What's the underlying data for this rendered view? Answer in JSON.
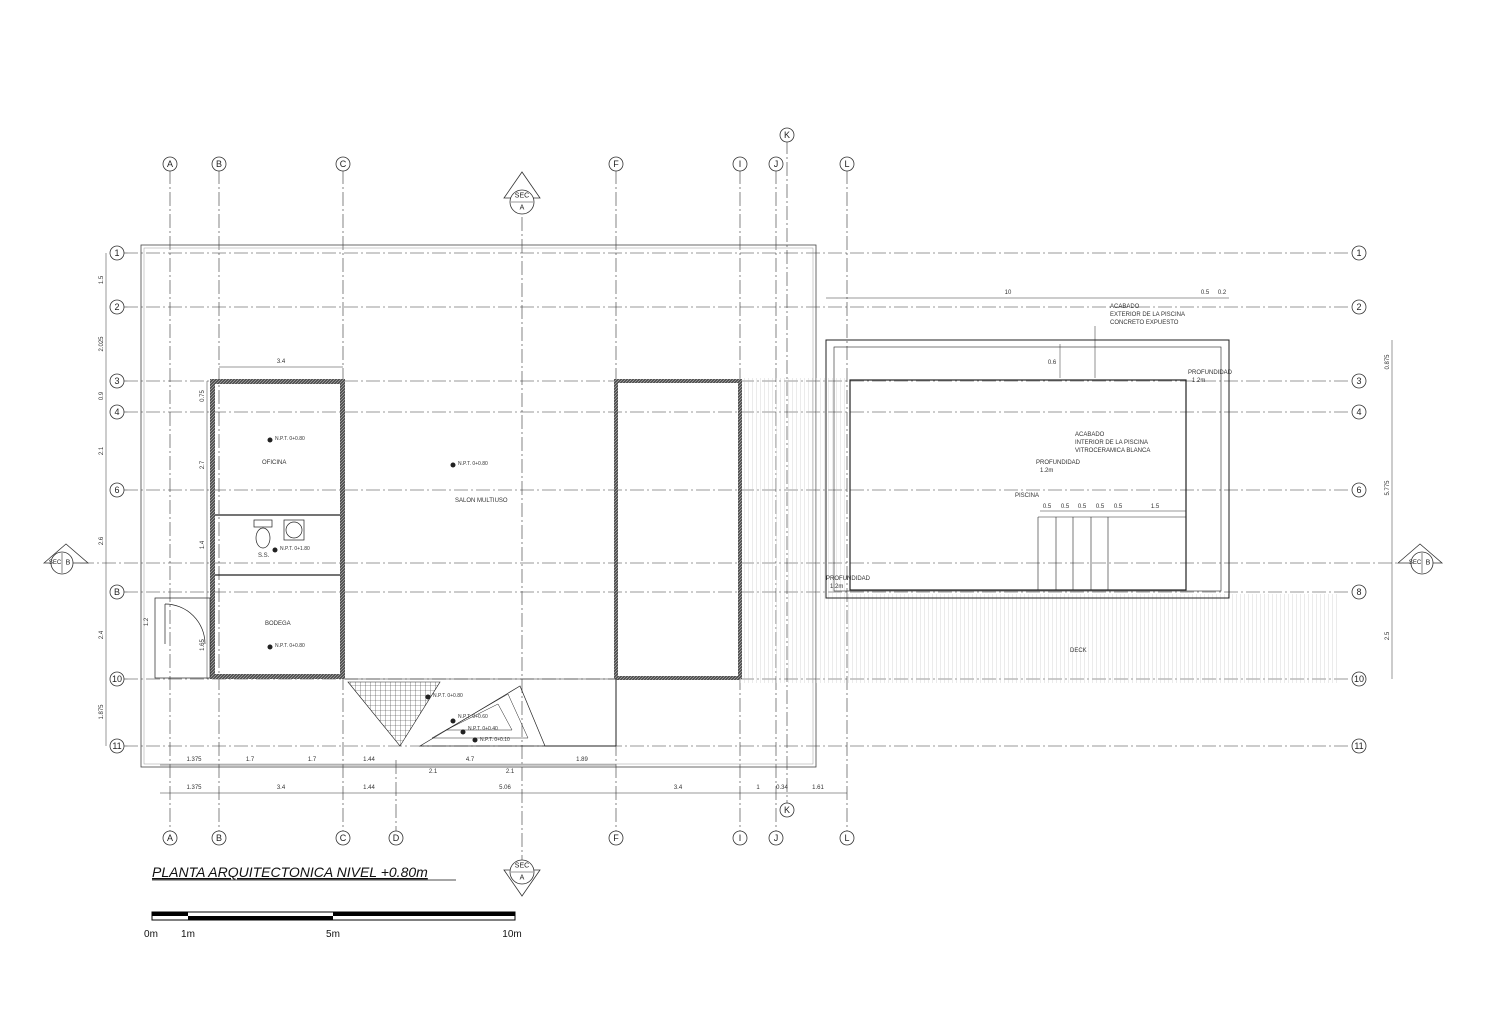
{
  "title": "PLANTA ARQUITECTONICA NIVEL +0.80m",
  "grid": {
    "columns": [
      "A",
      "B",
      "C",
      "D",
      "F",
      "I",
      "J",
      "K",
      "L"
    ],
    "rows": [
      "1",
      "2",
      "3",
      "4",
      "6",
      "B",
      "8",
      "10",
      "11"
    ]
  },
  "section_marks": {
    "sec_label": "SEC",
    "a_label": "A",
    "b_label": "B"
  },
  "rooms": {
    "oficina": "OFICINA",
    "salon": "SALON MULTIUSO",
    "ss": "S.S.",
    "bodega": "BODEGA",
    "deck": "DECK",
    "piscina": "PISCINA"
  },
  "levels": {
    "npt_oficina": "N.P.T. 0+0.80",
    "npt_salon": "N.P.T. 0+0.80",
    "npt_ss": "N.P.T. 0+1.80",
    "npt_bodega": "N.P.T. 0+0.80",
    "npt_ramp1": "N.P.T. 0+0.80",
    "npt_ramp2": "N.P.T. 0+0.60",
    "npt_ramp3": "N.P.T. 0+0.40",
    "npt_ramp4": "N.P.T. 0+0.10"
  },
  "pool_notes": {
    "acabado_ext_1": "ACABADO",
    "acabado_ext_2": "EXTERIOR DE LA PISCINA",
    "acabado_ext_3": "CONCRETO EXPUESTO",
    "acabado_int_1": "ACABADO",
    "acabado_int_2": "INTERIOR DE LA PISCINA",
    "acabado_int_3": "VITROCERAMICA BLANCA",
    "profundidad_1": "PROFUNDIDAD",
    "profundidad_1_val": "1.2m",
    "profundidad_2": "PROFUNDIDAD",
    "profundidad_2_val": "1.2m",
    "profundidad_3": "PROFUNDIDAD",
    "profundidad_3_val": "1.2m"
  },
  "dimensions": {
    "top_10": "10",
    "top_05": "0.5",
    "top_02": "0.2",
    "oficina_width": "3.4",
    "pool_06": "0.6",
    "step_05": "0.5",
    "step_15": "1.5",
    "bottom_row1": [
      "1.375",
      "1.7",
      "1.7",
      "1.44",
      "2.1",
      "4.7",
      "2.1",
      "1.89"
    ],
    "bottom_row2": [
      "1.375",
      "3.4",
      "1.44",
      "5.06",
      "3.4",
      "1",
      "0.34",
      "1.61"
    ],
    "left": [
      "1.5",
      "2.025",
      "0.9",
      "2.1",
      "2.6",
      "2.4",
      "1.875"
    ],
    "left_inner": [
      "0.75",
      "2.7",
      "1.4",
      "1.2",
      "1.65"
    ],
    "right": [
      "0.875",
      "5.775",
      "2.5"
    ]
  },
  "scale": {
    "labels": [
      "0m",
      "1m",
      "5m",
      "10m"
    ]
  }
}
